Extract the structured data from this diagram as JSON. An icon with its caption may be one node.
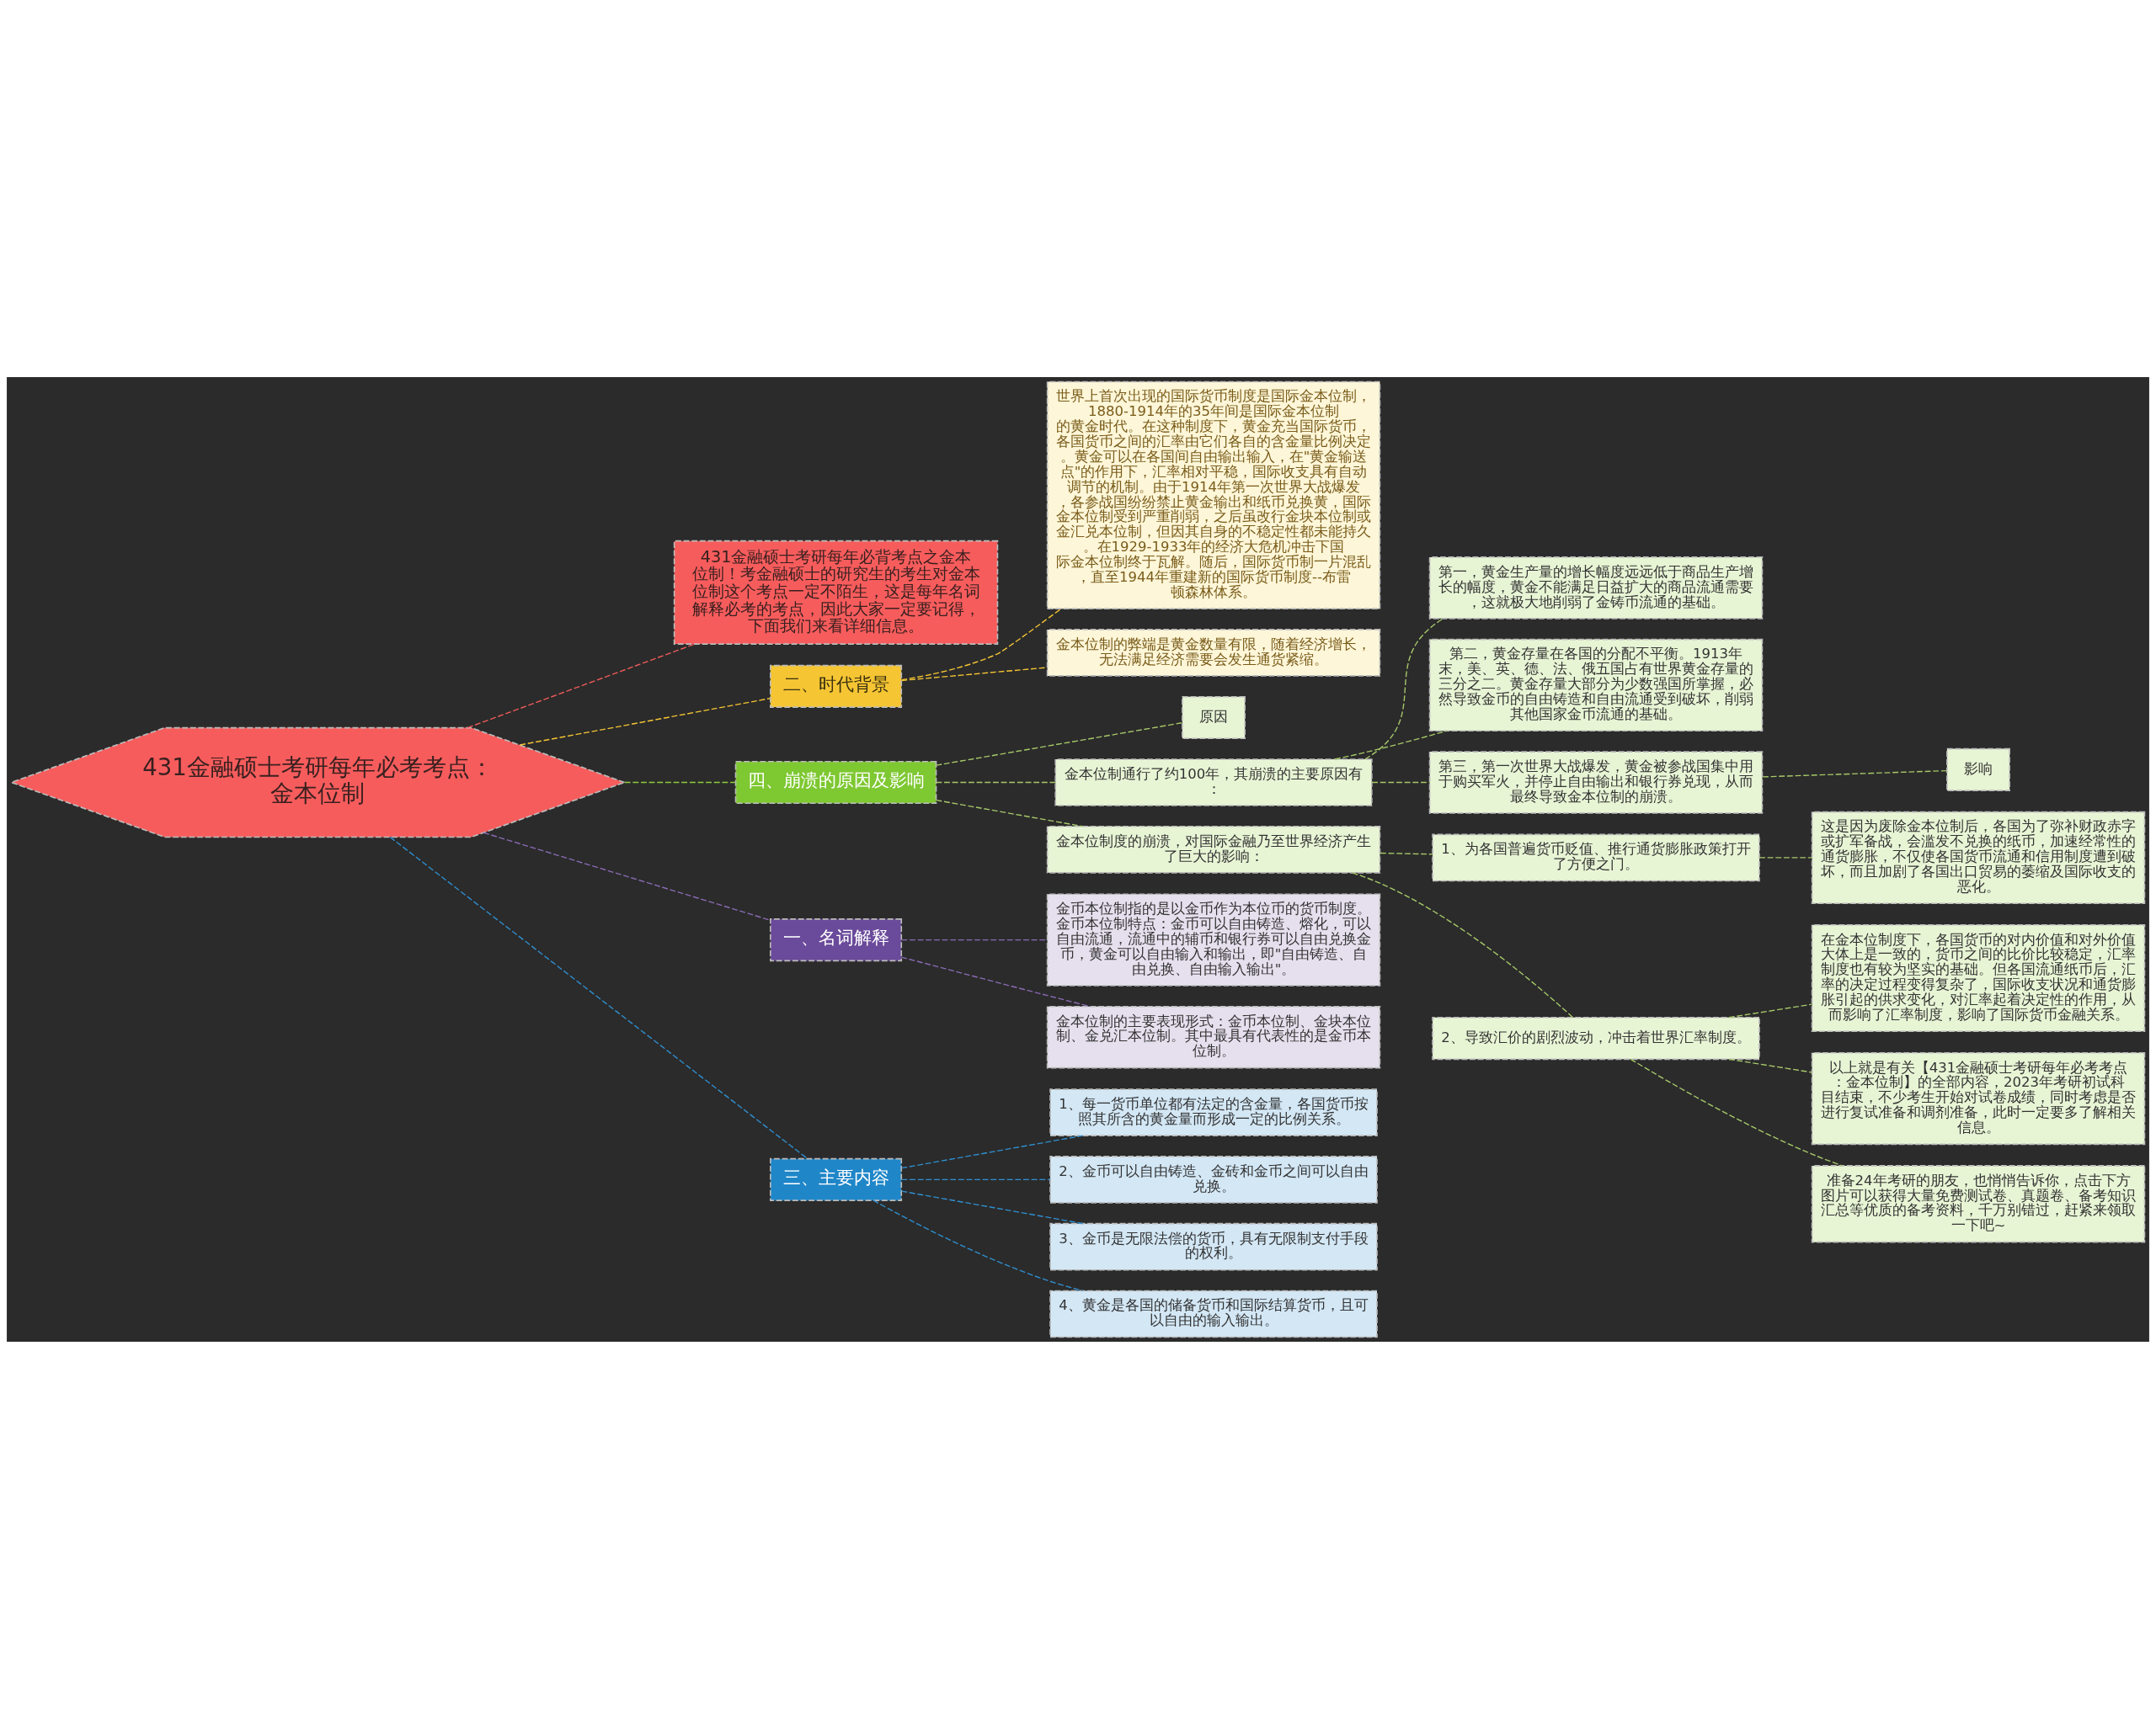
{
  "diagram": {
    "nodes": [
      {
        "text": [
          "431金融硕士考研每年必考考点：金本位制"
        ]
      },
      {
        "text": [
          "431金融硕士考研每年必背考点之金本位制！考金融硕士的研究生的考生对金本位制这个考点一定不陌生，这是每年名词解释必考的考点，因此大家一定要记得，下面我们来看详细信息。"
        ]
      },
      {
        "text": [
          "二、时代背景"
        ]
      },
      {
        "text": [
          "世界上首次出现的国际货币制度是国际金本位制，1880-1914年的35年间是国际金本位制的黄金时代。在这种制度下，黄金充当国际货币，各国货币之间的汇率由它们各自的含金量比例决定。黄金可以在各国间自由输出输入，在\"黄金输送点\"的作用下，汇率相对平稳，国际收支具有自动调节的机制。由于1914年第一次世界大战爆发，各参战国纷纷禁止黄金输出和纸币兑换黄，国际金本位制受到严重削弱，之后虽改行金块本位制或金汇兑本位制，但因其自身的不稳定性都未能持久。在1929-1933年的经济大危机冲击下国际金本位制终于瓦解。随后，国际货币制一片混乱，直至1944年重建新的国际货币制度--布雷顿森林体系。"
        ]
      },
      {
        "text": [
          "金本位制的弊端是黄金数量有限，随着经济增长，无法满足经济需要会发生通货紧缩。"
        ]
      },
      {
        "text": [
          "四、崩溃的原因及影响"
        ]
      },
      {
        "text": [
          "原因"
        ]
      },
      {
        "text": [
          "金本位制通行了约100年，其崩溃的主要原因有："
        ]
      },
      {
        "text": [
          "第一，黄金生产量的增长幅度远远低于商品生产增长的幅度，黄金不能满足日益扩大的商品流通需要，这就极大地削弱了金铸币流通的基础。"
        ]
      },
      {
        "text": [
          "第二，黄金存量在各国的分配不平衡。1913年末，美、英、德、法、俄五国占有世界黄金存量的三分之二。黄金存量大部分为少数强国所掌握，必然导致金币的自由铸造和自由流通受到破坏，削弱其他国家金币流通的基础。"
        ]
      },
      {
        "text": [
          "第三，第一次世界大战爆发，黄金被参战国集中用于购买军火，并停止自由输出和银行券兑现，从而最终导致金本位制的崩溃。"
        ]
      },
      {
        "text": [
          "影响"
        ]
      },
      {
        "text": [
          "金本位制度的崩溃，对国际金融乃至世界经济产生了巨大的影响："
        ]
      },
      {
        "text": [
          "1、为各国普遍货币贬值、推行通货膨胀政策打开了方便之门。"
        ]
      },
      {
        "text": [
          "这是因为废除金本位制后，各国为了弥补财政赤字或扩军备战，会滥发不兑换的纸币，加速经常性的通货膨胀，不仅使各国货币流通和信用制度遭到破坏，而且加剧了各国出口贸易的萎缩及国际收支的恶化。"
        ]
      },
      {
        "text": [
          "2、导致汇价的剧烈波动，冲击着世界汇率制度。"
        ]
      },
      {
        "text": [
          "在金本位制度下，各国货币的对内价值和对外价值大体上是一致的，货币之间的比价比较稳定，汇率制度也有较为坚实的基础。但各国流通纸币后，汇率的决定过程变得复杂了，国际收支状况和通货膨胀引起的供求变化，对汇率起着决定性的作用，从而影响了汇率制度，影响了国际货币金融关系。"
        ]
      },
      {
        "text": [
          "以上就是有关【431金融硕士考研每年必考考点：金本位制】的全部内容，2023年考研初试科目结束，不少考生开始对试卷成绩，同时考虑是否进行复试准备和调剂准备，此时一定要多了解相关信息。"
        ]
      },
      {
        "text": [
          "准备24年考研的朋友，也悄悄告诉你，点击下方图片可以获得大量免费测试卷、真题卷、备考知识汇总等优质的备考资料，千万别错过，赶紧来领取一下吧~"
        ]
      },
      {
        "text": [
          "一、名词解释"
        ]
      },
      {
        "text": [
          "金币本位制指的是以金币作为本位币的货币制度。金币本位制特点：金币可以自由铸造、熔化，可以自由流通，流通中的辅币和银行券可以自由兑换金币，黄金可以自由输入和输出，即\"自由铸造、自由兑换、自由输入输出\"。"
        ]
      },
      {
        "text": [
          "金本位制的主要表现形式：金币本位制、金块本位制、金兑汇本位制。其中最具有代表性的是金币本位制。"
        ]
      },
      {
        "text": [
          "三、主要内容"
        ]
      },
      {
        "text": [
          "1、每一货币单位都有法定的含金量，各国货币按照其所含的黄金量而形成一定的比例关系。"
        ]
      },
      {
        "text": [
          "2、金币可以自由铸造、金砖和金币之间可以自由兑换。"
        ]
      },
      {
        "text": [
          "3、金币是无限法偿的货币，具有无限制支付手段的权利。"
        ]
      },
      {
        "text": [
          "4、黄金是各国的储备货币和国际结算货币，且可以自由的输入输出。"
        ]
      }
    ],
    "edges": [
      {
        "from": 0,
        "to": 1,
        "arrow": "none",
        "style": "dashed",
        "color": "#f05a5a"
      },
      {
        "from": 0,
        "to": 2,
        "arrow": "none",
        "style": "dashed",
        "color": "#f5c533"
      },
      {
        "from": 2,
        "to": 3,
        "arrow": "none",
        "style": "dashed",
        "color": "#f5c533"
      },
      {
        "from": 2,
        "to": 4,
        "arrow": "none",
        "style": "dashed",
        "color": "#f5c533"
      },
      {
        "from": 0,
        "to": 5,
        "arrow": "none",
        "style": "dashed",
        "color": "#8ccf3a"
      },
      {
        "from": 5,
        "to": 6,
        "arrow": "none",
        "style": "dashed",
        "color": "#a7c96a"
      },
      {
        "from": 5,
        "to": 7,
        "arrow": "none",
        "style": "dashed",
        "color": "#a7c96a"
      },
      {
        "from": 7,
        "to": 8,
        "arrow": "none",
        "style": "dashed",
        "color": "#a7c96a"
      },
      {
        "from": 7,
        "to": 9,
        "arrow": "none",
        "style": "dashed",
        "color": "#a7c96a"
      },
      {
        "from": 7,
        "to": 10,
        "arrow": "none",
        "style": "dashed",
        "color": "#a7c96a"
      },
      {
        "from": 10,
        "to": 11,
        "arrow": "none",
        "style": "dashed",
        "color": "#a7c96a"
      },
      {
        "from": 5,
        "to": 12,
        "arrow": "none",
        "style": "dashed",
        "color": "#a7c96a"
      },
      {
        "from": 12,
        "to": 13,
        "arrow": "none",
        "style": "dashed",
        "color": "#a7c96a"
      },
      {
        "from": 13,
        "to": 14,
        "arrow": "none",
        "style": "dashed",
        "color": "#a7c96a"
      },
      {
        "from": 12,
        "to": 15,
        "arrow": "none",
        "style": "dashed",
        "color": "#a7c96a"
      },
      {
        "from": 15,
        "to": 16,
        "arrow": "none",
        "style": "dashed",
        "color": "#a7c96a"
      },
      {
        "from": 15,
        "to": 17,
        "arrow": "none",
        "style": "dashed",
        "color": "#a7c96a"
      },
      {
        "from": 15,
        "to": 18,
        "arrow": "none",
        "style": "dashed",
        "color": "#a7c96a"
      },
      {
        "from": 0,
        "to": 19,
        "arrow": "none",
        "style": "dashed",
        "color": "#8a6bb5"
      },
      {
        "from": 19,
        "to": 20,
        "arrow": "none",
        "style": "dashed",
        "color": "#8a6bb5"
      },
      {
        "from": 19,
        "to": 21,
        "arrow": "none",
        "style": "dashed",
        "color": "#8a6bb5"
      },
      {
        "from": 0,
        "to": 22,
        "arrow": "none",
        "style": "dashed",
        "color": "#2f8fd0"
      },
      {
        "from": 22,
        "to": 23,
        "arrow": "none",
        "style": "dashed",
        "color": "#2f8fd0"
      },
      {
        "from": 22,
        "to": 24,
        "arrow": "none",
        "style": "dashed",
        "color": "#2f8fd0"
      },
      {
        "from": 22,
        "to": 25,
        "arrow": "none",
        "style": "dashed",
        "color": "#2f8fd0"
      },
      {
        "from": 22,
        "to": 26,
        "arrow": "none",
        "style": "dashed",
        "color": "#2f8fd0"
      }
    ]
  }
}
